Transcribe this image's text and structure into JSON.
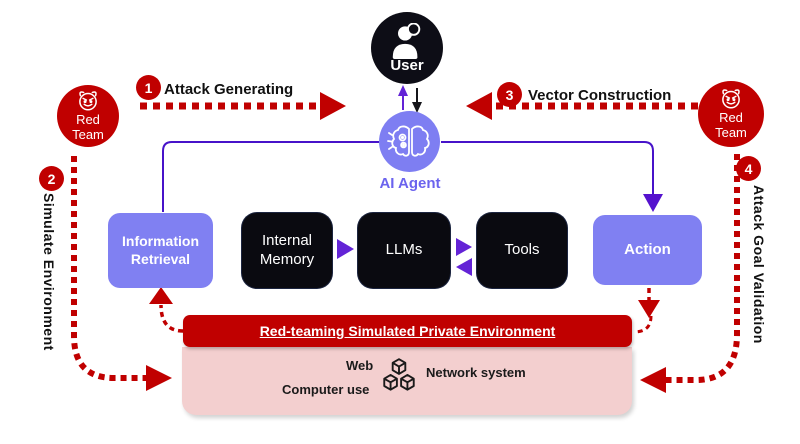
{
  "user": {
    "label": "User"
  },
  "agent": {
    "label": "AI Agent"
  },
  "red_team_left": {
    "label": "Red Team"
  },
  "red_team_right": {
    "label": "Red Team"
  },
  "steps": [
    {
      "num": "1",
      "label": "Attack Generating"
    },
    {
      "num": "2",
      "label": "Simulate Environment"
    },
    {
      "num": "3",
      "label": "Vector Construction"
    },
    {
      "num": "4",
      "label": "Attack Goal Validation"
    }
  ],
  "pipeline": {
    "info_retrieval": "Information Retrieval",
    "internal_memory": "Internal Memory",
    "llms": "LLMs",
    "tools": "Tools",
    "action": "Action"
  },
  "environment": {
    "banner": "Red-teaming Simulated Private Environment",
    "items": [
      "Web",
      "Network system",
      "Computer use"
    ]
  },
  "colors": {
    "red": "#C00000",
    "pink": "#F3CFCF",
    "purple_box": "#8080F2",
    "purple_line": "#4713C9",
    "black_box": "#0A0A10"
  }
}
